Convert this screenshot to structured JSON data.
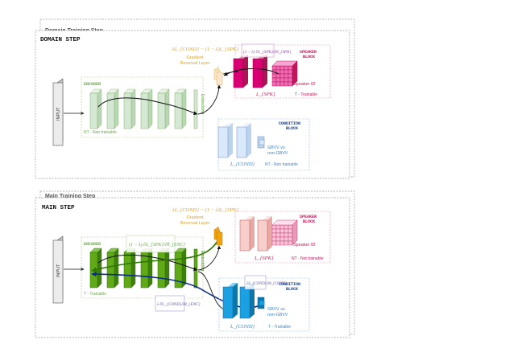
{
  "colors": {
    "encoder_frozen": "#d5e8d4",
    "encoder_frozen_stroke": "#82b366",
    "encoder_trainable": "#60a917",
    "encoder_trainable_stroke": "#2d7600",
    "speaker": "#d80073",
    "speaker_light": "#f8cecc",
    "condition": "#1ba1e2",
    "condition_light": "#dae8fc",
    "grl": "#f0a30a",
    "grl_light": "#ffe6cc",
    "text_gold": "#d6a43a",
    "text_green": "#6aa84f",
    "text_blue": "#3d85c6",
    "text_pink": "#c2185b"
  },
  "top": {
    "behind_title": "Domain Training Step",
    "title": "DOMAIN STEP",
    "input_label": "INPUT",
    "encoder_label": "ENCODER",
    "encoder_note": "NT - Non trainable",
    "embedding_label": "Embedding",
    "loss_formula": "λL_{COND} − (1 − λ)L_{SPK}",
    "grl_label_line1": "Gradient",
    "grl_label_line2": "Reversal Layer",
    "speaker_block_line1": "SPEAKER",
    "speaker_block_line2": "BLOCK",
    "speaker_id": "Speaker ID",
    "speaker_loss": "L_{SPK}",
    "speaker_note": "T - Trainable",
    "speaker_grad": "(1 − λ) ∂L_{SPK}/∂θ_{SPK}",
    "condition_block_line1": "CONDITION",
    "condition_block_line2": "BLOCK",
    "condition_class_line1": "GBVV vs.",
    "condition_class_line2": "non-GBVV",
    "condition_loss": "L_{COND}",
    "condition_note": "NT - Non trainable"
  },
  "bottom": {
    "behind_title": "Main Training Step",
    "title": "MAIN STEP",
    "input_label": "INPUT",
    "encoder_label": "ENCODER",
    "encoder_note": "T - Trainable",
    "embedding_label": "Embedding",
    "loss_formula": "λL_{COND} − (1 − λ)L_{SPK}",
    "grl_label_line1": "Gradient",
    "grl_label_line2": "Reversal Layer",
    "encoder_grad_spk": "(1 − λ) ∂L_{SPK}/∂θ_{ENC}",
    "encoder_grad_cond": "λ ∂L_{COND}/∂θ_{ENC}",
    "speaker_block_line1": "SPEAKER",
    "speaker_block_line2": "BLOCK",
    "speaker_id": "Speaker ID",
    "speaker_loss": "L_{SPK}",
    "speaker_note": "NT - Not trainable",
    "condition_block_line1": "CONDITION",
    "condition_block_line2": "BLOCK",
    "condition_grad": "∂L_{COND}/∂θ_{COND}",
    "condition_class_line1": "GBVV vs.",
    "condition_class_line2": "non-GBVV",
    "condition_loss": "L_{COND}",
    "condition_note": "T - Trainable"
  }
}
